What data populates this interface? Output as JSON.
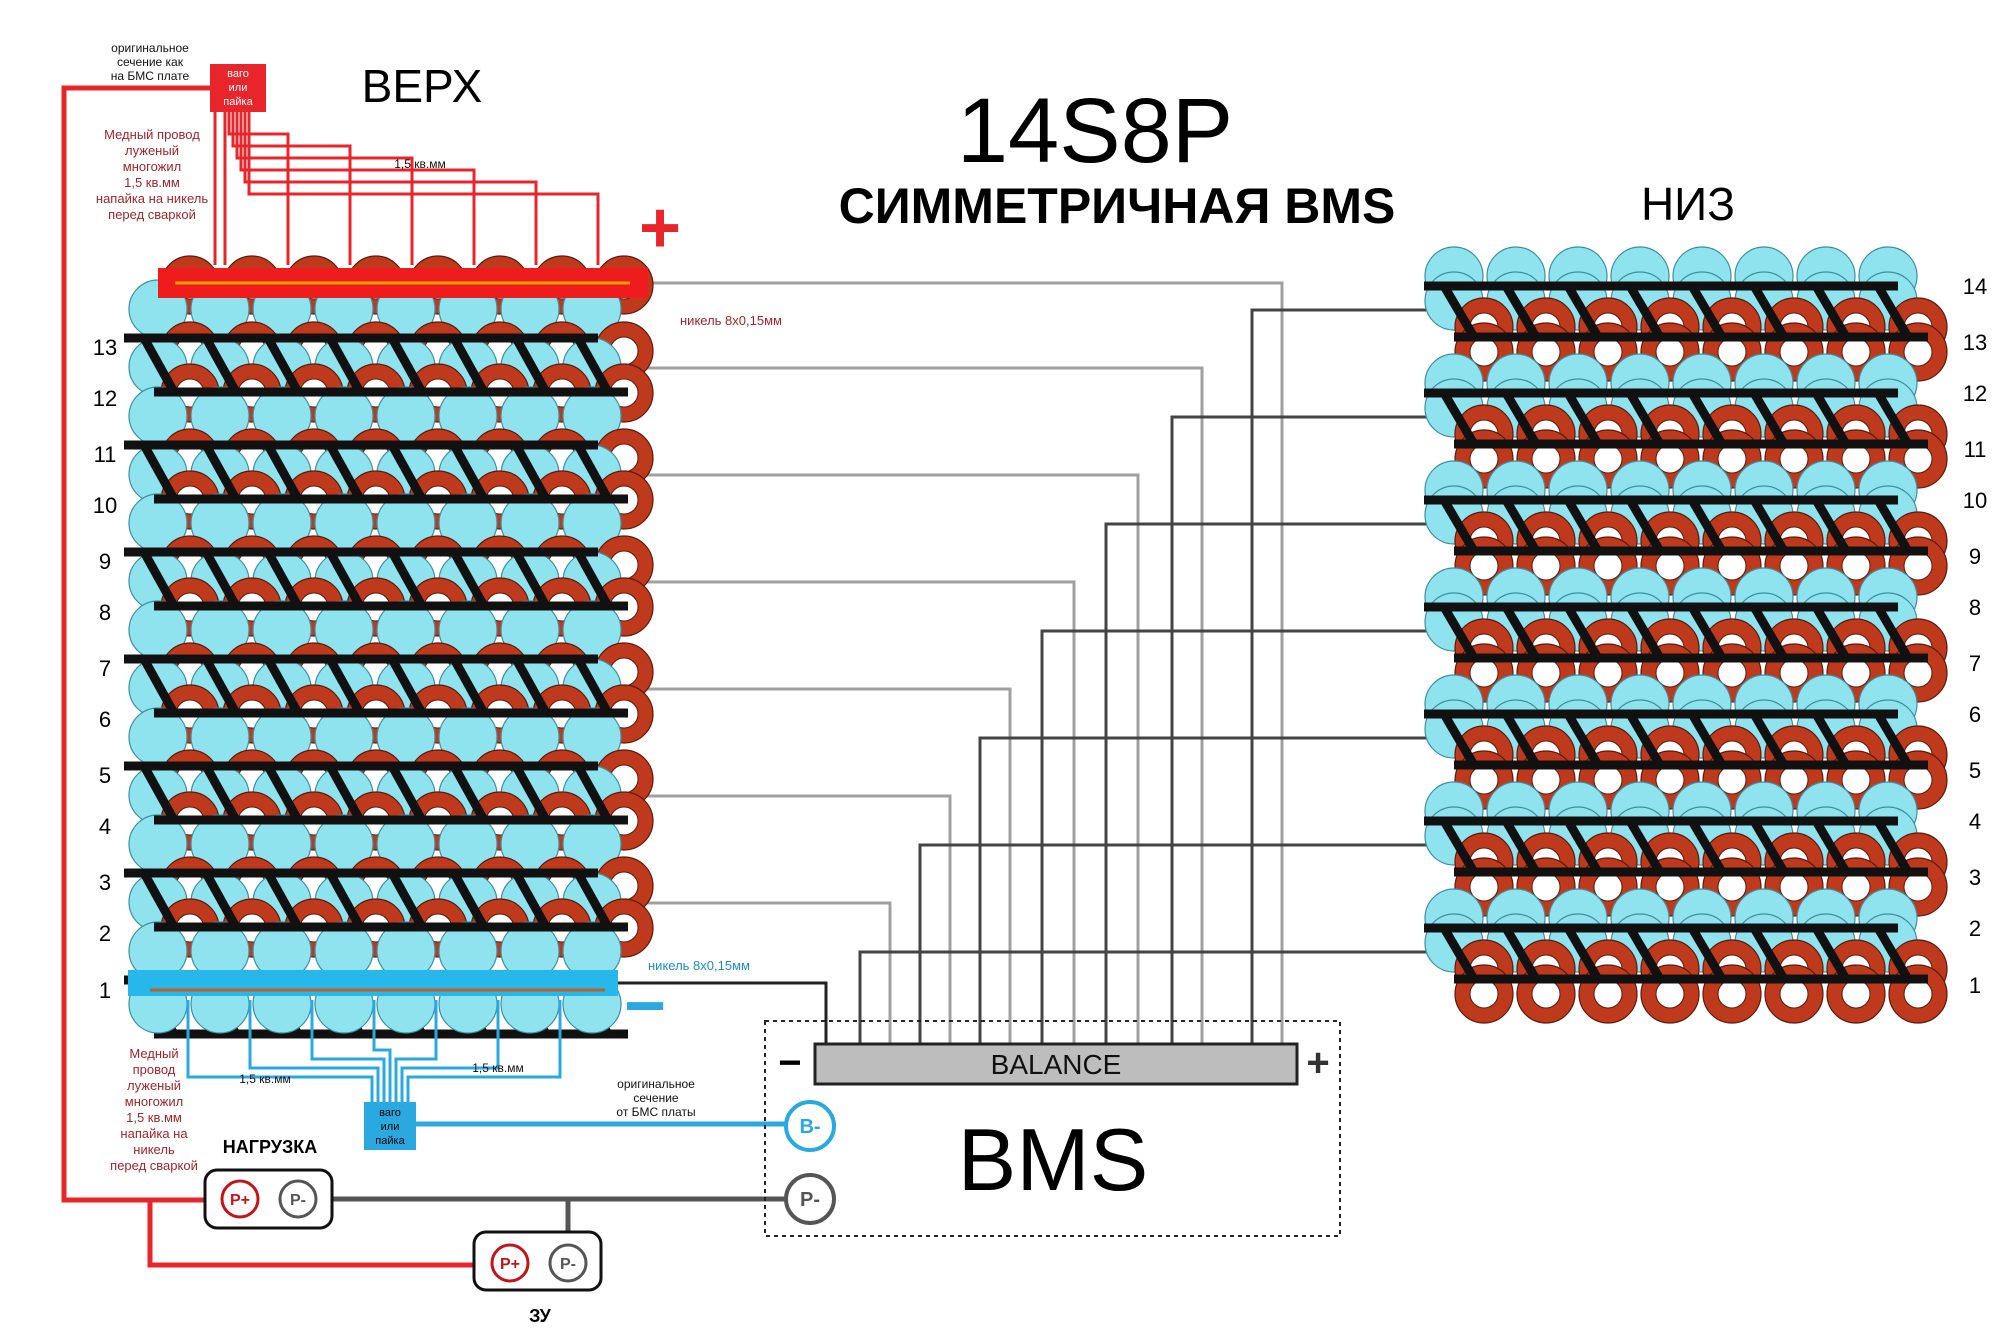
{
  "title": "14S8P",
  "subtitle": "СИММЕТРИЧНАЯ BMS",
  "side_top": "ВЕРХ",
  "side_bottom": "НИЗ",
  "plus_sign": "+",
  "minus_sign": "−",
  "bms": {
    "label": "BMS",
    "balance_label": "BALANCE",
    "balance_minus": "−",
    "balance_plus": "+",
    "terminals": {
      "b_minus": "B-",
      "p_minus": "P-"
    }
  },
  "top_notes": {
    "orig_section": [
      "оригинальное",
      "сечение как",
      "на БМС плате"
    ],
    "copper_wire": [
      "Медный провод",
      "луженый",
      "многожил",
      "1,5 кв.мм",
      "напайка на никель",
      "перед сваркой"
    ],
    "wire_section": "1,5 кв.мм",
    "nickel": "никель 8х0,15мм"
  },
  "wago": [
    "ваго",
    "или",
    "пайка"
  ],
  "bottom_notes": {
    "nickel": "никель 8х0,15мм",
    "copper_wire": [
      "Медный",
      "провод",
      "луженый",
      "многожил",
      "1,5 кв.мм",
      "напайка на",
      "никель",
      "перед сваркой"
    ],
    "wire_left": "1,5 кв.мм",
    "wire_right": "1,5 кв.мм",
    "orig_section": [
      "оригинальное",
      "сечение",
      "от БМС платы"
    ]
  },
  "load": {
    "label": "НАГРУЗКА",
    "p_plus": "P+",
    "p_minus": "P-"
  },
  "charger": {
    "label": "ЗУ",
    "p_plus": "P+",
    "p_minus": "P-"
  },
  "row_numbers_left": [
    "13",
    "12",
    "11",
    "10",
    "9",
    "8",
    "7",
    "6",
    "5",
    "4",
    "3",
    "2",
    "1"
  ],
  "row_numbers_right": [
    "14",
    "13",
    "12",
    "11",
    "10",
    "9",
    "8",
    "7",
    "6",
    "5",
    "4",
    "3",
    "2",
    "1"
  ],
  "colors": {
    "cell_positive": "#bf3a1c",
    "cell_negative": "#8fe3ee",
    "busbar_positive": "#ee1c1c",
    "busbar_negative": "#26b8ea",
    "wire_red": "#e8252a",
    "wire_blue": "#2aa9e0",
    "wire_gray": "#a0a0a0",
    "wire_dark": "#555555",
    "strap": "#111111",
    "balance_connector": "#bdbdbd"
  }
}
